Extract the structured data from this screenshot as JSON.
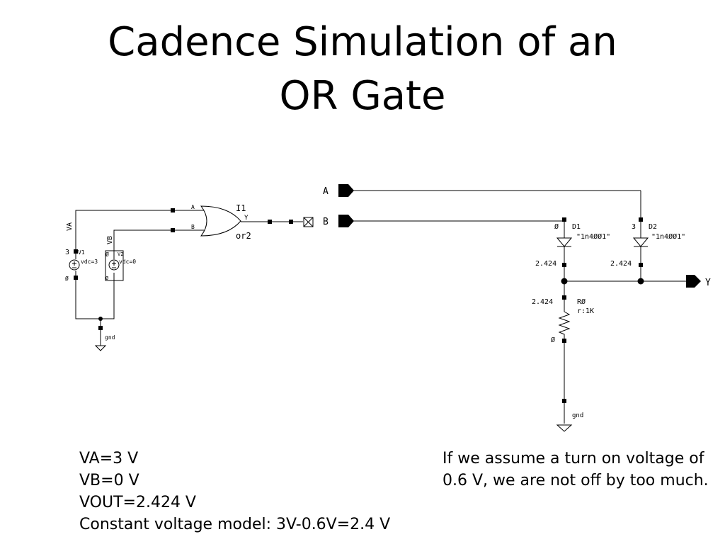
{
  "title": {
    "line1": "Cadence Simulation of an",
    "line2": "OR Gate"
  },
  "schematic": {
    "source_a": {
      "name": "VA",
      "inst": "V1",
      "param": "vdc=3",
      "top_node": "3",
      "bottom_node": "Ø"
    },
    "source_b": {
      "name": "VB",
      "inst": "V2",
      "param": "vdc=0",
      "top_node": "Ø",
      "bottom_node": "Ø"
    },
    "ground_left": "gnd",
    "gate": {
      "inst": "I1",
      "cell": "or2",
      "pin_a": "A",
      "pin_b": "B",
      "pin_y": "Y"
    },
    "pin_a": "A",
    "pin_b": "B",
    "pin_y": "Y",
    "diode1": {
      "name": "D1",
      "model": "\"1n4ØØ1\"",
      "node_in": "Ø",
      "node_out": "2.424"
    },
    "diode2": {
      "name": "D2",
      "model": "\"1n4ØØ1\"",
      "node_in": "3",
      "node_out": "2.424"
    },
    "resistor": {
      "name": "RØ",
      "value": "r:1K",
      "node_top": "2.424",
      "node_bottom": "Ø"
    },
    "ground_right": "gnd"
  },
  "notes_left": [
    "VA=3 V",
    "VB=0 V",
    "VOUT=2.424 V",
    "Constant voltage model: 3V-0.6V=2.4 V"
  ],
  "notes_right": "If we assume a turn on voltage of 0.6 V, we are not off by too much."
}
